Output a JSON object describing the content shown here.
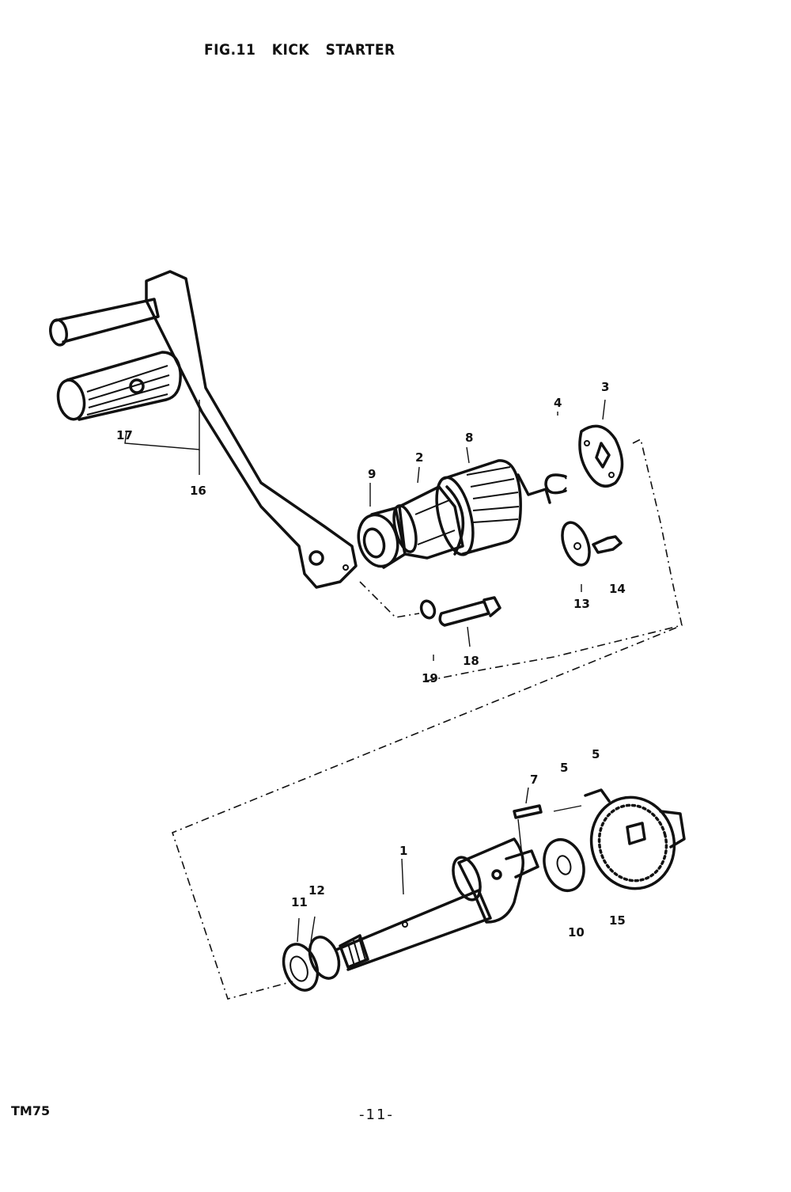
{
  "figure": {
    "title": "FIG.11  KICK STARTER",
    "model_code": "TM75",
    "page_number": "-11-"
  },
  "callouts": [
    {
      "id": "1",
      "text": "1"
    },
    {
      "id": "2",
      "text": "2"
    },
    {
      "id": "3",
      "text": "3"
    },
    {
      "id": "4",
      "text": "4"
    },
    {
      "id": "5a",
      "text": "5"
    },
    {
      "id": "5b",
      "text": "5"
    },
    {
      "id": "7",
      "text": "7"
    },
    {
      "id": "8",
      "text": "8"
    },
    {
      "id": "9",
      "text": "9"
    },
    {
      "id": "10",
      "text": "10"
    },
    {
      "id": "11",
      "text": "11"
    },
    {
      "id": "12",
      "text": "12"
    },
    {
      "id": "13",
      "text": "13"
    },
    {
      "id": "14",
      "text": "14"
    },
    {
      "id": "15",
      "text": "15"
    },
    {
      "id": "16",
      "text": "16"
    },
    {
      "id": "17",
      "text": "17"
    },
    {
      "id": "18",
      "text": "18"
    },
    {
      "id": "19",
      "text": "19"
    }
  ]
}
